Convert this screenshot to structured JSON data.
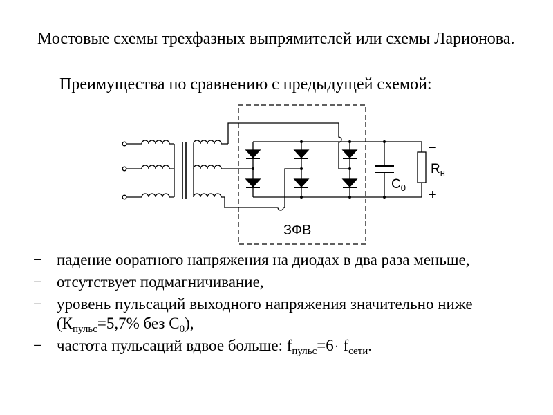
{
  "heading": {
    "title": "Мостовые схемы трехфазных выпрямителей или схемы Ларионова.",
    "subtitle": "Преимущества по сравнению с предыдущей схемой:"
  },
  "diagram": {
    "block_label": "ЗФВ",
    "cap_label": "C",
    "cap_sub": "0",
    "load_label": "R",
    "load_sub": "н",
    "minus": "−",
    "plus": "+"
  },
  "bullets": {
    "dash": "−",
    "b1": "падение ооратного напряжения на диодах в два раза меньше,",
    "b2": "отсутствует подмагничивание,",
    "b3_text": "уровень пульсаций выходного напряжения значительно ниже (К",
    "b3_sub": "пульс",
    "b3_mid": "=5,7% без С",
    "b3_sub2": "0",
    "b3_end": "),",
    "b4_text": "частота пульсаций вдвое больше: f",
    "b4_sub": "пульс",
    "b4_mid": "=6",
    "b4_dot": "·",
    "b4_f": " f",
    "b4_sub2": "сети",
    "b4_end": "."
  }
}
